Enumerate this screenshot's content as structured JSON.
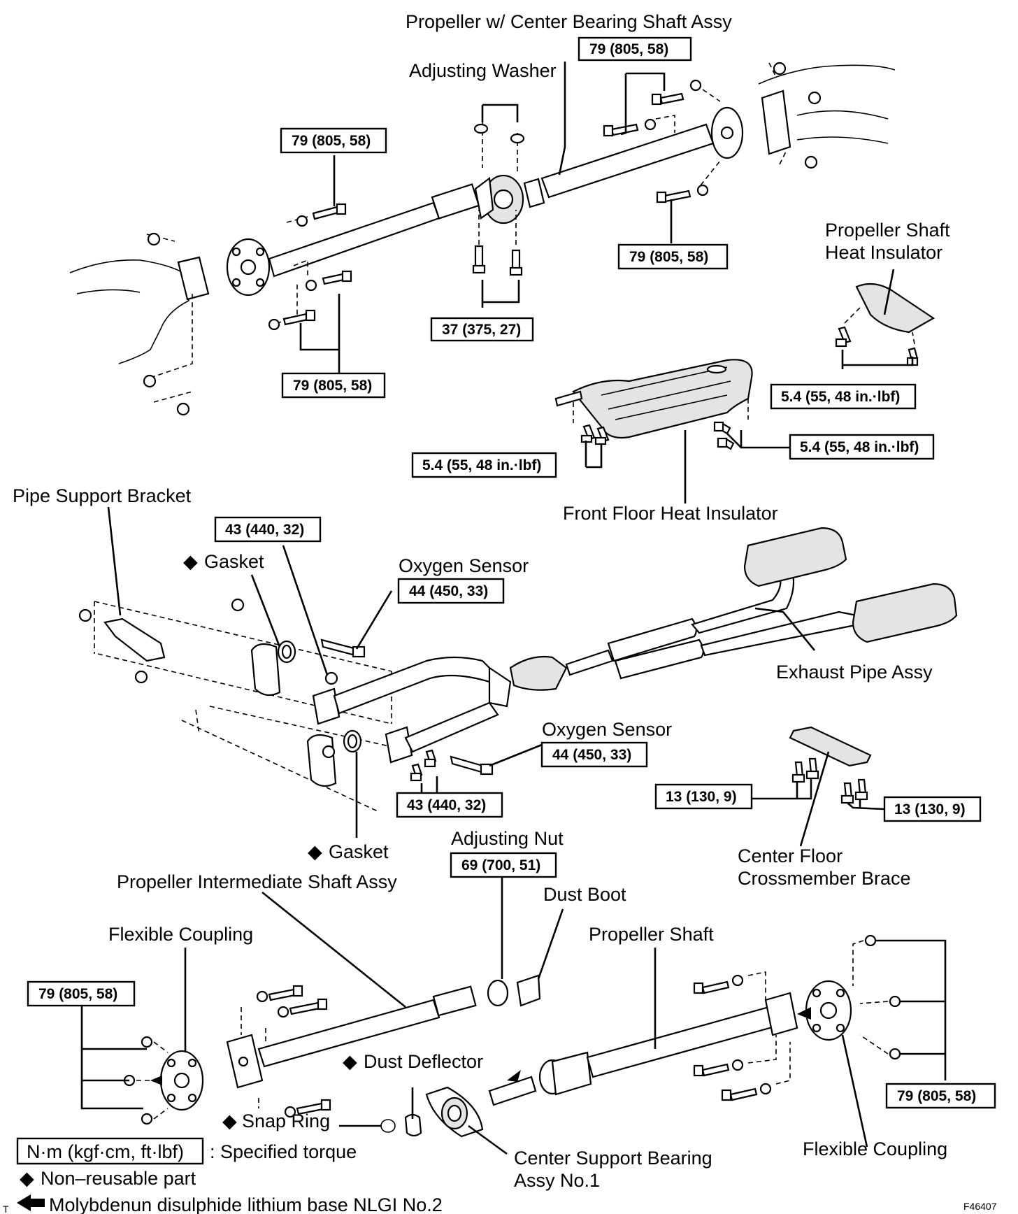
{
  "labels": {
    "propeller_center_bearing_shaft": "Propeller w/ Center Bearing Shaft Assy",
    "adjusting_washer": "Adjusting Washer",
    "propeller_shaft_heat_insulator_1": "Propeller Shaft",
    "propeller_shaft_heat_insulator_2": "Heat Insulator",
    "front_floor_heat_insulator": "Front Floor Heat Insulator",
    "pipe_support_bracket": "Pipe Support Bracket",
    "gasket_top": "Gasket",
    "oxygen_sensor_top": "Oxygen Sensor",
    "exhaust_pipe_assy": "Exhaust Pipe Assy",
    "oxygen_sensor_bottom": "Oxygen Sensor",
    "gasket_bottom": "Gasket",
    "adjusting_nut": "Adjusting Nut",
    "propeller_intermediate_shaft": "Propeller Intermediate Shaft Assy",
    "dust_boot": "Dust Boot",
    "center_floor_brace_1": "Center Floor",
    "center_floor_brace_2": "Crossmember Brace",
    "flexible_coupling_left": "Flexible Coupling",
    "propeller_shaft": "Propeller Shaft",
    "dust_deflector": "Dust Deflector",
    "snap_ring": "Snap Ring",
    "center_support_bearing_1": "Center Support Bearing",
    "center_support_bearing_2": "Assy No.1",
    "flexible_coupling_right": "Flexible Coupling"
  },
  "torques": {
    "t_top_right": "79 (805, 58)",
    "t_top_left": "79 (805, 58)",
    "t_mid_right": "79 (805, 58)",
    "t_center_37": "37 (375, 27)",
    "t_left_bottom": "79 (805, 58)",
    "t_insulator_small": "5.4 (55, 48 in.·lbf)",
    "t_front_floor_right": "5.4 (55, 48 in.·lbf)",
    "t_front_floor_left": "5.4 (55, 48 in.·lbf)",
    "t_43_top": "43 (440, 32)",
    "t_44_top": "44 (450, 33)",
    "t_44_bottom": "44 (450, 33)",
    "t_43_bottom": "43 (440, 32)",
    "t_13_left": "13 (130, 9)",
    "t_13_right": "13 (130, 9)",
    "t_69": "69 (700, 51)",
    "t_coupling_left": "79 (805, 58)",
    "t_coupling_right": "79 (805, 58)"
  },
  "legend": {
    "unit_box": "N·m (kgf·cm, ft·lbf)",
    "unit_desc": ": Specified torque",
    "non_reusable": "Non–reusable part",
    "grease": "Molybdenun disulphide lithium base NLGI No.2"
  },
  "corner": {
    "figure_id": "F46407",
    "left_mark": "T"
  }
}
